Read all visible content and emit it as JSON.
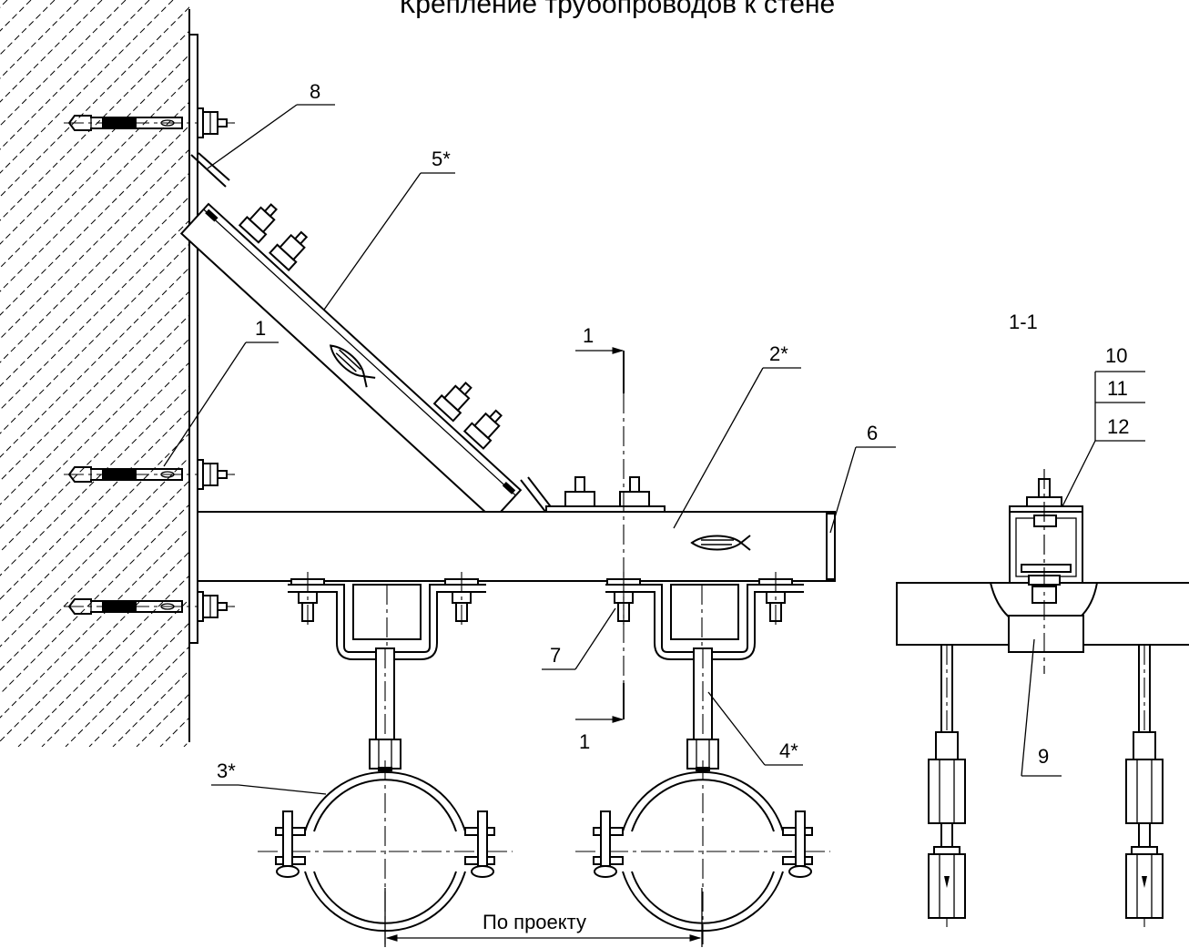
{
  "title": "Крепление трубопроводов к стене",
  "section_title": "1-1",
  "callouts": {
    "c1": "1",
    "c2": "2*",
    "c3": "3*",
    "c4": "4*",
    "c5": "5*",
    "c6": "6",
    "c7": "7",
    "c8": "8",
    "c9": "9",
    "c10": "10",
    "c11": "11",
    "c12": "12"
  },
  "section_marks": {
    "top": "1",
    "bottom": "1"
  },
  "dimension_label": "По проекту"
}
